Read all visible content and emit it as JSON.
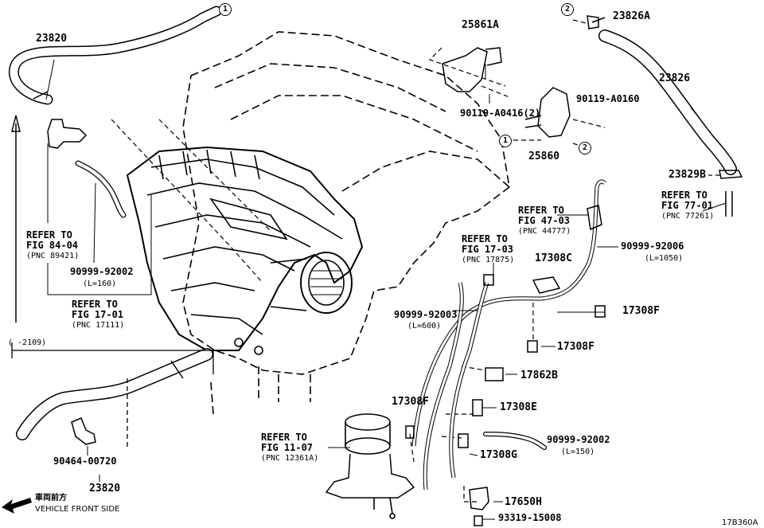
{
  "parts": {
    "p23820_top": "23820",
    "p23820_bottom": "23820",
    "p25861a": "25861A",
    "p23826a": "23826A",
    "p23826": "23826",
    "p90119_a0416": "90119-A0416(2)",
    "p90119_a0160": "90119-A0160",
    "p25860": "25860",
    "p23829b": "23829B",
    "p90999_92006": "90999-92006",
    "p90999_92006_len": "(L=1050)",
    "p17308c": "17308C",
    "p17308f_a": "17308F",
    "p17308f_b": "17308F",
    "p17308f_c": "17308F",
    "p17862b": "17862B",
    "p17308e": "17308E",
    "p17308g": "17308G",
    "p90999_92002_right": "90999-92002",
    "p90999_92002_right_len": "(L=150)",
    "p17650h": "17650H",
    "p93319_15008": "93319-15008",
    "p90999_92003": "90999-92003",
    "p90999_92003_len": "(L=600)",
    "p90999_92002_left": "90999-92002",
    "p90999_92002_left_len": "(L=160)",
    "p90464_00720": "90464-00720"
  },
  "refs": {
    "r84_l1": "REFER TO",
    "r84_l2": "FIG 84-04",
    "r84_l3": "(PNC 89421)",
    "r17_01_l1": "REFER TO",
    "r17_01_l2": "FIG 17-01",
    "r17_01_l3": "(PNC 17111)",
    "r17_03_l1": "REFER TO",
    "r17_03_l2": "FIG 17-03",
    "r17_03_l3": "(PNC 17875)",
    "r47_l1": "REFER TO",
    "r47_l2": "FIG 47-03",
    "r47_l3": "(PNC 44777)",
    "r77_l1": "REFER TO",
    "r77_l2": "FIG 77-01",
    "r77_l3": "(PNC 77261)",
    "r11_l1": "REFER TO",
    "r11_l2": "FIG 11-07",
    "r11_l3": "(PNC 12361A)"
  },
  "callouts": {
    "c1_top": "1",
    "c2_top": "2",
    "c1_mid": "1",
    "c2_mid": "2"
  },
  "misc": {
    "date_range": "(     -2109)",
    "front_jp": "車両前方",
    "front_en": "VEHICLE FRONT SIDE",
    "figure_code": "17B360A"
  },
  "icons": [
    "front-arrow-icon",
    "up-arrow-icon"
  ]
}
